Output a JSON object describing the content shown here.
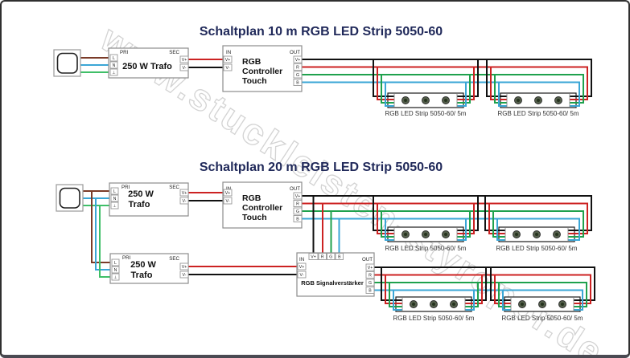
{
  "watermark": "www.stuckleisten-styropor.de",
  "colors": {
    "wire_vplus_black": "#111111",
    "wire_r_red": "#cc2222",
    "wire_g_green": "#1fa14d",
    "wire_b_blue": "#3aa6d6",
    "mains_l_brown": "#7a3b28",
    "mains_n_blue": "#3aa6d6",
    "mains_earth_green": "#3fbf68",
    "title_text": "#1f2859"
  },
  "labels": {
    "pri": "PRI",
    "sec": "SEC",
    "in": "IN",
    "out": "OUT",
    "l": "L",
    "n": "N",
    "earth": "⊥",
    "vplus": "V+",
    "vminus": "V-",
    "r": "R",
    "g": "G",
    "b": "B"
  },
  "d10": {
    "title": "Schaltplan 10 m RGB LED Strip 5050-60",
    "trafo": "250 W Trafo",
    "controller_lines": [
      "RGB",
      "Controller",
      "Touch"
    ],
    "strips": [
      "RGB LED Strip 5050-60/ 5m",
      "RGB LED Strip 5050-60/ 5m"
    ]
  },
  "d20": {
    "title": "Schaltplan 20 m RGB LED Strip 5050-60",
    "trafo_top_lines": [
      "250 W",
      "Trafo"
    ],
    "trafo_bottom_lines": [
      "250 W",
      "Trafo"
    ],
    "controller_lines": [
      "RGB",
      "Controller",
      "Touch"
    ],
    "amplifier": "RGB Signalverstärker",
    "strips": [
      "RGB LED Strip 5050-60/ 5m",
      "RGB LED Strip 5050-60/ 5m",
      "RGB LED Strip 5050-60/ 5m",
      "RGB LED Strip 5050-60/ 5m"
    ]
  }
}
